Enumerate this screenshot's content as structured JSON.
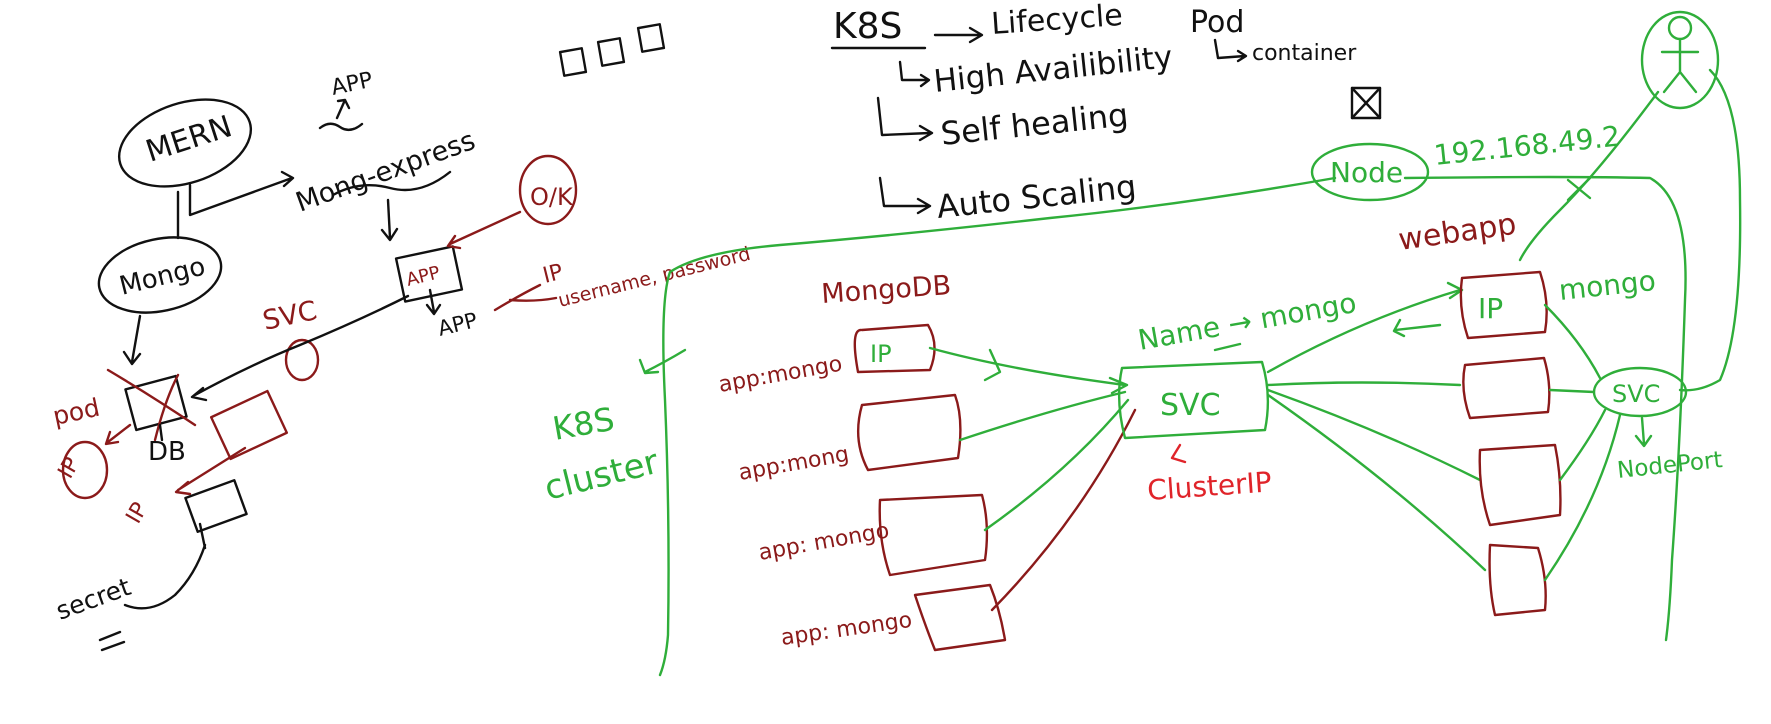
{
  "colors": {
    "ink_black": "#111111",
    "ink_maroon": "#8b1a1a",
    "ink_green": "#2fae3a",
    "ink_red": "#e0242a",
    "background": "#ffffff"
  },
  "left_sketch": {
    "app_top": "APP",
    "mern": "MERN",
    "mongo_express": "Mong-express",
    "mongo": "Mongo",
    "app_box": "APP",
    "app_below": "APP",
    "svc": "SVC",
    "ok_circle": "O/K",
    "ip_label": "IP",
    "credentials": "username, password",
    "pod": "pod",
    "ip_circle": "IP",
    "db": "DB",
    "ip_lower": "IP",
    "secret": "secret"
  },
  "k8s_notes": {
    "k8s": "K8S",
    "lifecycle": "Lifecycle",
    "pod": "Pod",
    "container": "container",
    "high_availability": "High Availibility",
    "self_healing": "Self healing",
    "auto_scaling": "Auto Scaling"
  },
  "cluster_diagram": {
    "k8s_cluster_line1": "K8S",
    "k8s_cluster_line2": "cluster",
    "node": "Node",
    "node_ip": "192.168.49.2",
    "mongodb": "MongoDB",
    "pod_labels": [
      "app:mongo",
      "app:mong",
      "app: mongo",
      "app: mongo"
    ],
    "pod_ip": "IP",
    "svc_name_label": "Name → mongo",
    "svc": "SVC",
    "cluster_ip": "ClusterIP",
    "webapp": "webapp",
    "webapp_ip": "IP",
    "webapp_mongo": "mongo",
    "webapp_svc": "SVC",
    "nodeport": "NodePort"
  }
}
